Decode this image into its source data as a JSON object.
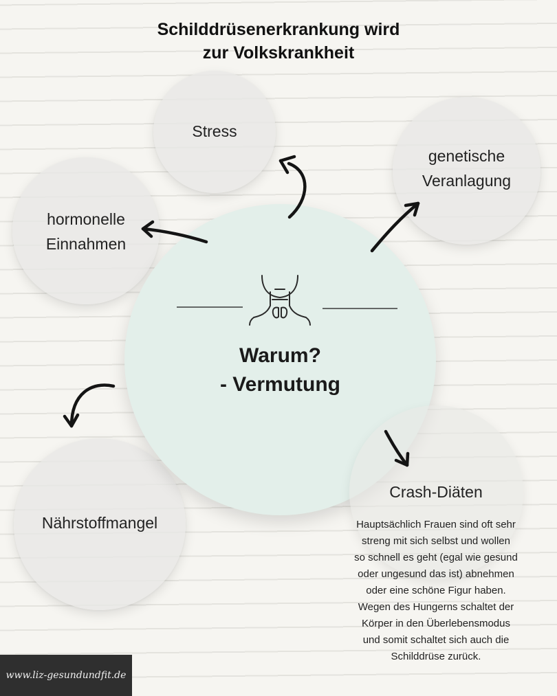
{
  "title": {
    "line1": "Schilddrüsenerkrankung wird",
    "line2": "zur Volkskrankheit"
  },
  "center": {
    "line1": "Warum?",
    "line2": "- Vermutung",
    "icon": "neck-thyroid-icon"
  },
  "causes": {
    "stress": {
      "label": "Stress"
    },
    "genetic": {
      "line1": "genetische",
      "line2": "Veranlagung"
    },
    "hormonal": {
      "line1": "hormonelle",
      "line2": "Einnahmen"
    },
    "nutrient": {
      "label": "Nährstoffmangel"
    },
    "crash": {
      "label": "Crash-Diäten",
      "description": [
        "Hauptsächlich Frauen sind oft sehr",
        "streng mit sich selbst und wollen",
        "so schnell es geht (egal wie gesund",
        "oder ungesund das ist) abnehmen",
        "oder eine schöne Figur haben.",
        "Wegen des Hungerns schaltet der",
        "Körper in den Überlebensmodus",
        "und somit schaltet sich auch die",
        "Schilddrüse zurück."
      ]
    }
  },
  "footer": {
    "text": "www.liz-gesundundfit.de"
  },
  "colors": {
    "background": "#f6f5f1",
    "main_circle": "#e3efea",
    "bubble": "#e8e8e5",
    "footer": "#2f2f2f"
  }
}
